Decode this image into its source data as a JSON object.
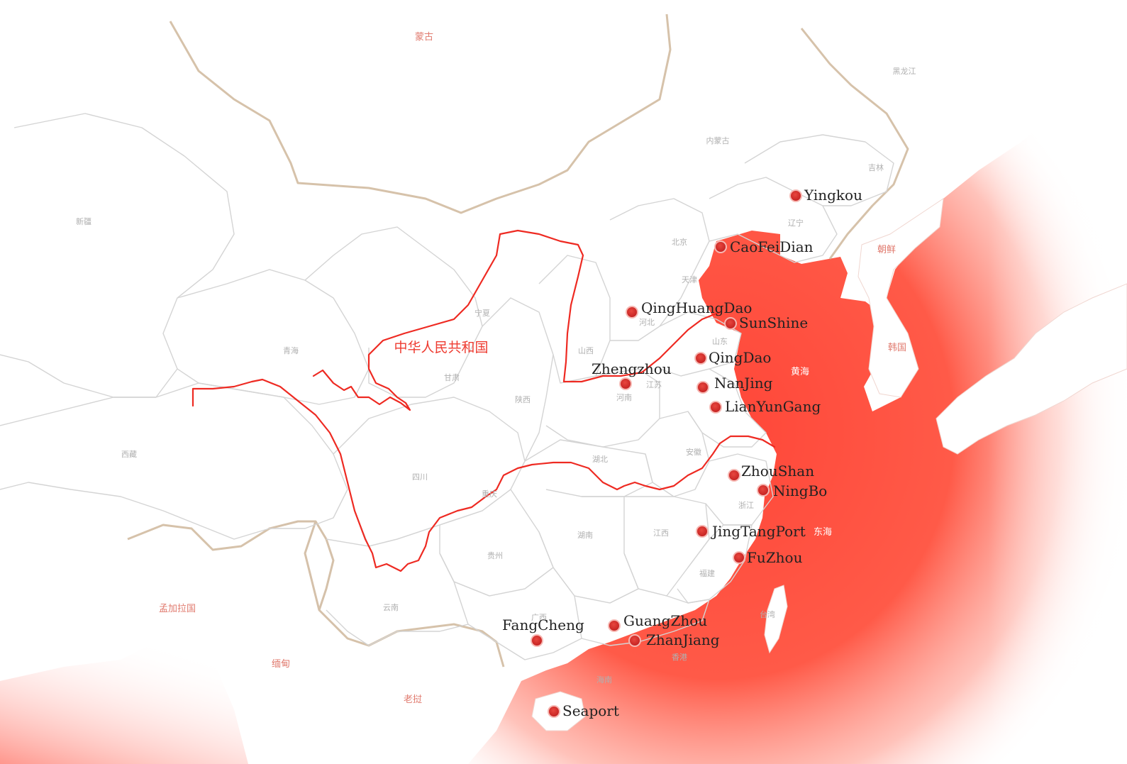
{
  "colors": {
    "sea": "#ff4a3d",
    "marker": "#d32a2a",
    "border": "#c8ad8e",
    "province": "#d9d9d9",
    "river": "#ee2a22"
  },
  "china_label": "中华人民共和国",
  "regions": [
    {
      "id": "mongolia",
      "text": "蒙古",
      "kind": "country"
    },
    {
      "id": "neimenggu",
      "text": "内蒙古",
      "kind": "region"
    },
    {
      "id": "heilongjiang",
      "text": "黑龙江",
      "kind": "region"
    },
    {
      "id": "jilin",
      "text": "吉林",
      "kind": "region"
    },
    {
      "id": "liaoning",
      "text": "辽宁",
      "kind": "region"
    },
    {
      "id": "beijing",
      "text": "北京",
      "kind": "region"
    },
    {
      "id": "tianjin",
      "text": "天津",
      "kind": "region"
    },
    {
      "id": "hebei",
      "text": "河北",
      "kind": "region"
    },
    {
      "id": "shandong",
      "text": "山东",
      "kind": "region"
    },
    {
      "id": "shanxi",
      "text": "山西",
      "kind": "region"
    },
    {
      "id": "henan",
      "text": "河南",
      "kind": "region"
    },
    {
      "id": "ningxia",
      "text": "宁夏",
      "kind": "region"
    },
    {
      "id": "gansu",
      "text": "甘肃",
      "kind": "region"
    },
    {
      "id": "qinghai",
      "text": "青海",
      "kind": "region"
    },
    {
      "id": "xinjiang",
      "text": "新疆",
      "kind": "region"
    },
    {
      "id": "xizang",
      "text": "西藏",
      "kind": "region"
    },
    {
      "id": "shaanxi",
      "text": "陕西",
      "kind": "region"
    },
    {
      "id": "sichuan",
      "text": "四川",
      "kind": "region"
    },
    {
      "id": "chongqing",
      "text": "重庆",
      "kind": "region"
    },
    {
      "id": "hubei",
      "text": "湖北",
      "kind": "region"
    },
    {
      "id": "anhui",
      "text": "安徽",
      "kind": "region"
    },
    {
      "id": "jiangsu",
      "text": "江苏",
      "kind": "region"
    },
    {
      "id": "zhejiang",
      "text": "浙江",
      "kind": "region"
    },
    {
      "id": "jiangxi",
      "text": "江西",
      "kind": "region"
    },
    {
      "id": "hunan",
      "text": "湖南",
      "kind": "region"
    },
    {
      "id": "guizhou",
      "text": "贵州",
      "kind": "region"
    },
    {
      "id": "fujian",
      "text": "福建",
      "kind": "region"
    },
    {
      "id": "yunnan",
      "text": "云南",
      "kind": "region"
    },
    {
      "id": "guangxi",
      "text": "广西",
      "kind": "region"
    },
    {
      "id": "hongkong",
      "text": "香港",
      "kind": "region"
    },
    {
      "id": "hainan",
      "text": "海南",
      "kind": "region"
    },
    {
      "id": "taiwan",
      "text": "台湾",
      "kind": "region"
    },
    {
      "id": "korea-north",
      "text": "朝鲜",
      "kind": "country"
    },
    {
      "id": "korea-south",
      "text": "韩国",
      "kind": "country"
    },
    {
      "id": "bangladesh",
      "text": "孟加拉国",
      "kind": "country"
    },
    {
      "id": "myanmar",
      "text": "缅甸",
      "kind": "country"
    },
    {
      "id": "laocai",
      "text": "老挝",
      "kind": "country"
    },
    {
      "id": "yellow-sea",
      "text": "黄海",
      "kind": "sea"
    },
    {
      "id": "east-sea",
      "text": "东海",
      "kind": "sea"
    }
  ],
  "ports": [
    {
      "id": "yingkou",
      "name": "Yingkou"
    },
    {
      "id": "caofeidian",
      "name": "CaoFeiDian"
    },
    {
      "id": "qinghuangdao",
      "name": "QingHuangDao"
    },
    {
      "id": "sunshine",
      "name": "SunShine"
    },
    {
      "id": "qingdao",
      "name": "QingDao"
    },
    {
      "id": "zhengzhou",
      "name": "Zhengzhou"
    },
    {
      "id": "nanjing",
      "name": "NanJing"
    },
    {
      "id": "lianyungang",
      "name": "LianYunGang"
    },
    {
      "id": "zhoushan",
      "name": "ZhouShan"
    },
    {
      "id": "ningbo",
      "name": "NingBo"
    },
    {
      "id": "jingtangport",
      "name": "JingTangPort"
    },
    {
      "id": "fuzhou",
      "name": "FuZhou"
    },
    {
      "id": "guangzhou",
      "name": "GuangZhou"
    },
    {
      "id": "fangcheng",
      "name": "FangCheng"
    },
    {
      "id": "zhanjiang",
      "name": "ZhanJiang"
    },
    {
      "id": "seaport",
      "name": "Seaport"
    }
  ]
}
